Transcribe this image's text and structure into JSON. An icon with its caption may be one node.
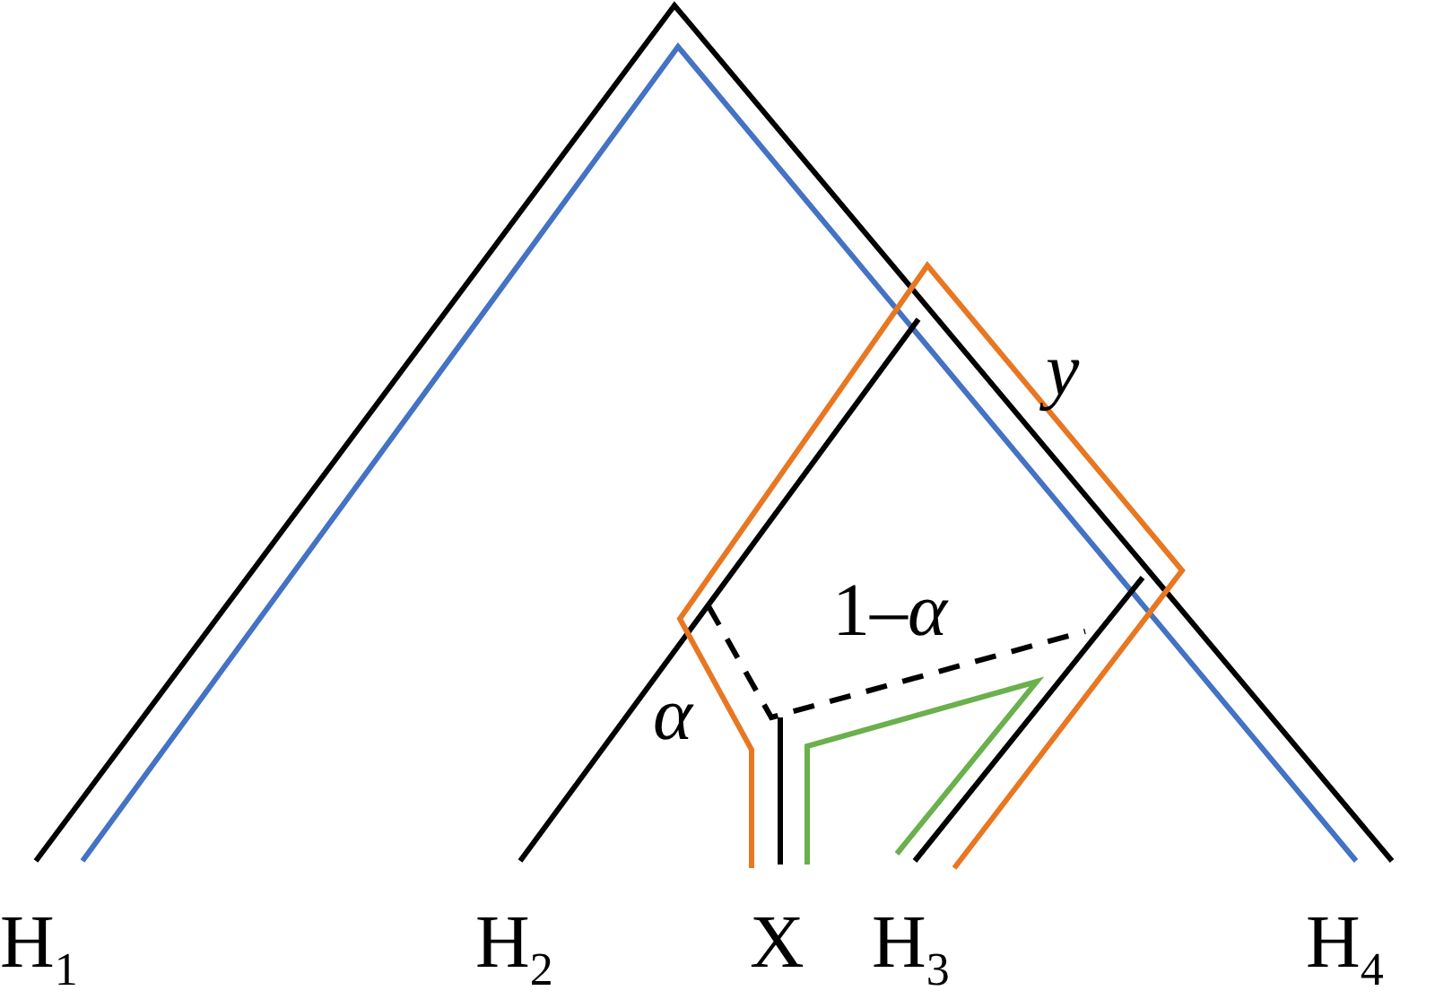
{
  "diagram": {
    "labels": [
      "y",
      "1–*α*",
      "*α*",
      "H$_{1}$",
      "H$_{2}$",
      "X",
      "H$_{3}$",
      "H$_{4}$"
    ]
  }
}
